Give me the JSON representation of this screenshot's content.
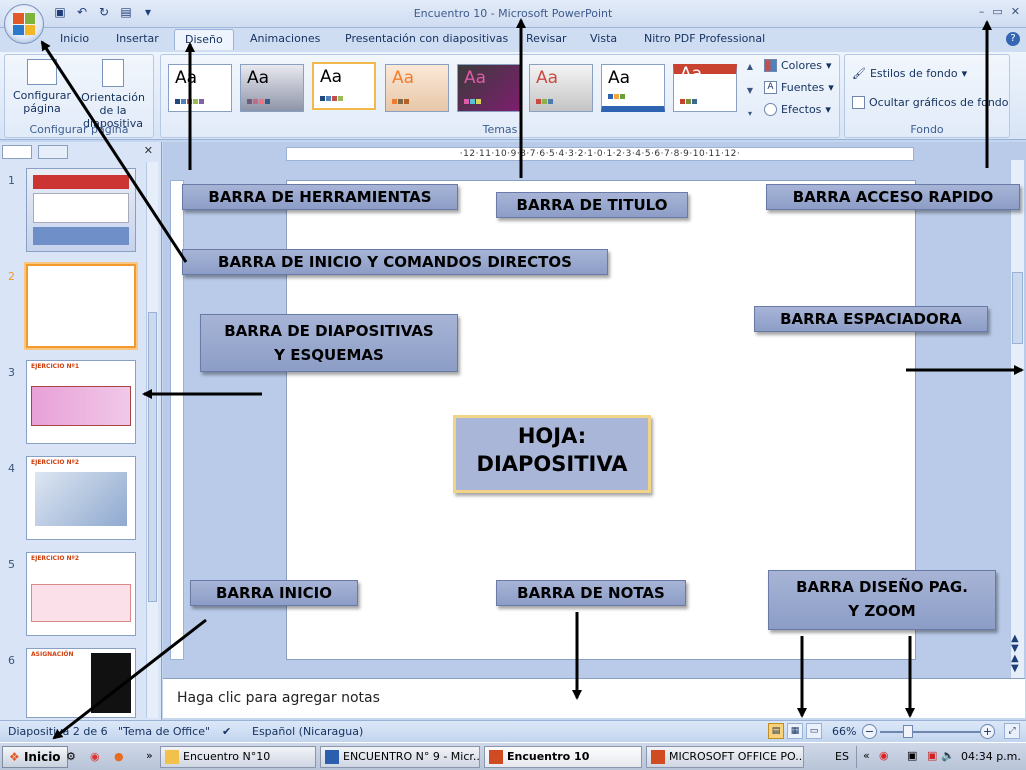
{
  "window": {
    "title": "Encuentro 10 - Microsoft PowerPoint",
    "controls": [
      "–",
      "▭",
      "✕"
    ]
  },
  "tabs": [
    "Inicio",
    "Insertar",
    "Diseño",
    "Animaciones",
    "Presentación con diapositivas",
    "Revisar",
    "Vista",
    "Nitro PDF Professional"
  ],
  "active_tab": "Diseño",
  "ribbon": {
    "configurar_pagina_label": "Configurar página",
    "orientacion_label": "Orientación de la diapositiva",
    "group_configurar": "Configurar página",
    "group_temas": "Temas",
    "group_fondo": "Fondo",
    "colores": "Colores",
    "fuentes": "Fuentes",
    "efectos": "Efectos",
    "estilos_fondo": "Estilos de fondo",
    "ocultar_graficos": "Ocultar gráficos de fondo",
    "theme_text": "Aa"
  },
  "ruler_text": "·12·11·10·9·8·7·6·5·4·3·2·1·0·1·2·3·4·5·6·7·8·9·10·11·12·",
  "slides_panel": {
    "numbers": [
      "1",
      "2",
      "3",
      "4",
      "5",
      "6"
    ],
    "titles": [
      "",
      "",
      "EJERCICIO Nº1",
      "EJERCICIO Nº2",
      "EJERCICIO Nº2",
      "ASIGNACIÓN"
    ]
  },
  "notes_placeholder": "Haga clic para agregar notas",
  "statusbar": {
    "slide_info": "Diapositiva 2 de 6",
    "theme": "\"Tema de Office\"",
    "language": "Español (Nicaragua)",
    "zoom": "66%"
  },
  "taskbar": {
    "start": "Inicio",
    "items": [
      "Encuentro N°10",
      "ENCUENTRO N° 9 - Micr...",
      "Encuentro 10",
      "MICROSOFT OFFICE PO..."
    ],
    "lang": "ES",
    "time": "04:34 p.m."
  },
  "annotations": {
    "herramientas": "BARRA DE HERRAMIENTAS",
    "titulo": "BARRA DE TITULO",
    "acceso_rapido": "BARRA ACCESO RAPIDO",
    "inicio_comandos": "BARRA DE INICIO Y COMANDOS DIRECTOS",
    "diapositivas_1": "BARRA DE DIAPOSITIVAS",
    "diapositivas_2": "Y ESQUEMAS",
    "espaciadora": "BARRA ESPACIADORA",
    "hoja_1": "HOJA:",
    "hoja_2": "DIAPOSITIVA",
    "inicio": "BARRA INICIO",
    "notas": "BARRA DE NOTAS",
    "diseno_1": "BARRA DISEÑO PAG.",
    "diseno_2": "Y ZOOM"
  }
}
